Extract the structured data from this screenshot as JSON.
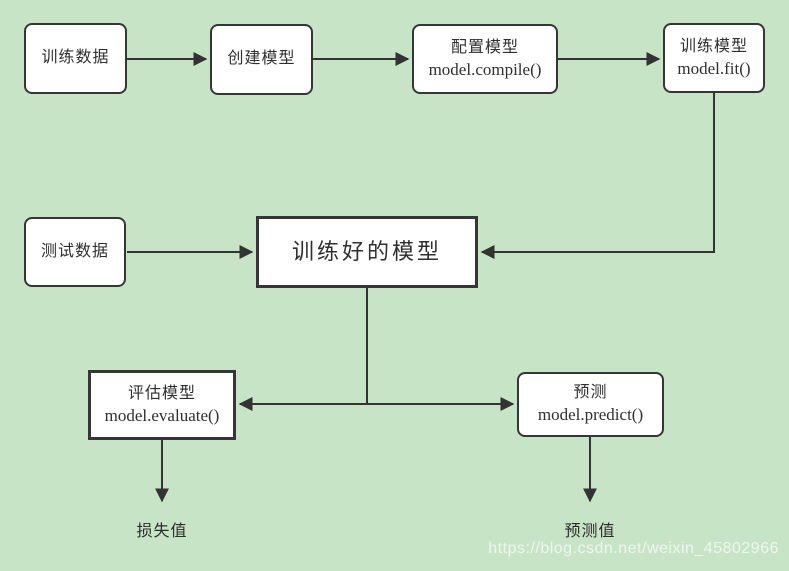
{
  "diagram": {
    "background_color": "#c8e4c7",
    "box_fill": "#ffffff",
    "box_border_color": "#363636",
    "arrow_color": "#333333",
    "text_color": "#2f2f2f",
    "watermark_color": "rgba(255,255,255,0.68)"
  },
  "nodes": [
    {
      "id": "training-data",
      "label": "训练数据"
    },
    {
      "id": "create-model",
      "label": "创建模型"
    },
    {
      "id": "configure-model",
      "label": "配置模型",
      "sublabel": "model.compile()"
    },
    {
      "id": "train-model",
      "label": "训练模型",
      "sublabel": "model.fit()"
    },
    {
      "id": "test-data",
      "label": "测试数据"
    },
    {
      "id": "trained-model",
      "label": "训练好的模型"
    },
    {
      "id": "evaluate-model",
      "label": "评估模型",
      "sublabel": "model.evaluate()"
    },
    {
      "id": "predict",
      "label": "预测",
      "sublabel": "model.predict()"
    }
  ],
  "outputs": [
    {
      "id": "loss-value",
      "label": "损失值"
    },
    {
      "id": "predicted-value",
      "label": "预测值"
    }
  ],
  "watermark": "https://blog.csdn.net/weixin_45802966"
}
